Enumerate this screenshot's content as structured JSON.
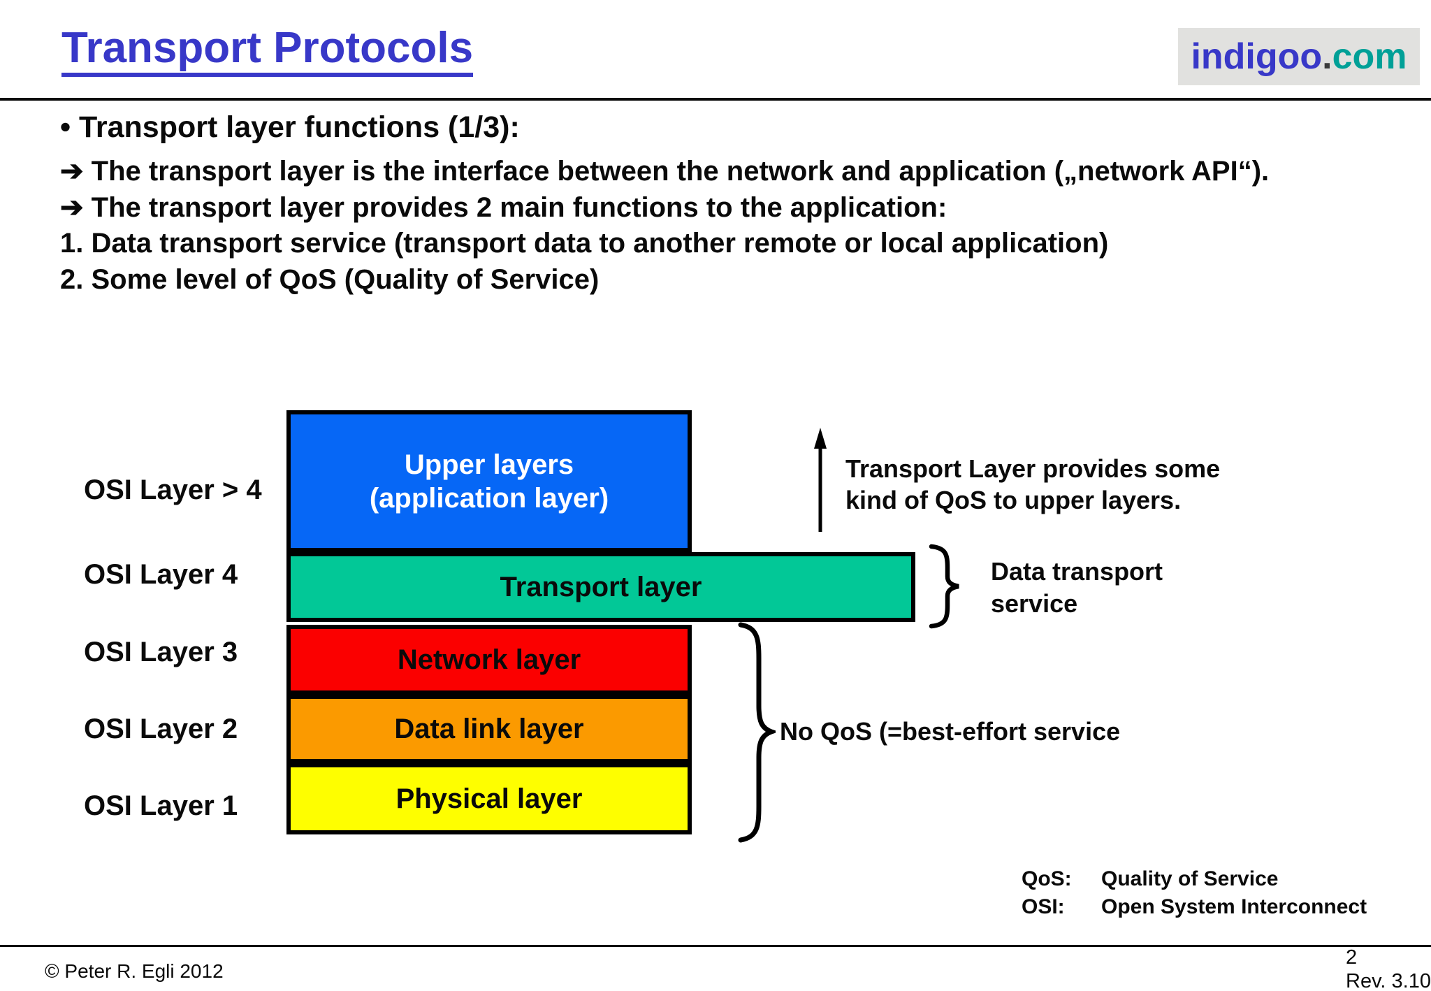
{
  "header": {
    "title": "Transport Protocols",
    "logo": {
      "blue": "indigoo",
      "dot": ".",
      "teal": "com"
    }
  },
  "intro": {
    "heading": "• Transport layer functions (1/3):",
    "lines": [
      "➔ The transport layer is the interface between the network and application („network API“).",
      "➔ The transport layer provides 2 main functions to the application:",
      "1. Data transport service (transport data to another remote or local application)",
      "2. Some level of QoS (Quality of Service)"
    ]
  },
  "diagram": {
    "osi_labels": [
      "OSI Layer > 4",
      "OSI Layer 4",
      "OSI Layer 3",
      "OSI Layer 2",
      "OSI Layer 1"
    ],
    "layers": {
      "upper": {
        "line1": "Upper layers",
        "line2": "(application layer)",
        "color": "#0667F6"
      },
      "transport": {
        "label": "Transport layer",
        "color": "#02C897"
      },
      "network": {
        "label": "Network layer",
        "color": "#FB0000"
      },
      "datalink": {
        "label": "Data link layer",
        "color": "#FB9A00"
      },
      "physical": {
        "label": "Physical layer",
        "color": "#FEFE00"
      }
    },
    "annotations": {
      "qos_note_line1": "Transport Layer provides some",
      "qos_note_line2": "kind of QoS to upper layers.",
      "data_transport_line1": "Data transport",
      "data_transport_line2": "service",
      "no_qos": "No QoS (=best-effort service"
    }
  },
  "glossary": [
    {
      "term": "QoS:",
      "definition": "Quality of Service"
    },
    {
      "term": "OSI:",
      "definition": "Open System Interconnect"
    }
  ],
  "footer": {
    "copyright": "© Peter R. Egli 2012",
    "page": "2",
    "revision": "Rev. 3.10"
  },
  "colors": {
    "title_blue": "#3838C8",
    "logo_teal": "#00A097",
    "logo_background": "#E1E1DF",
    "upper_layer_blue": "#0667F6",
    "transport_teal": "#02C897",
    "network_red": "#FB0000",
    "datalink_orange": "#FB9A00",
    "physical_yellow": "#FEFE00"
  }
}
